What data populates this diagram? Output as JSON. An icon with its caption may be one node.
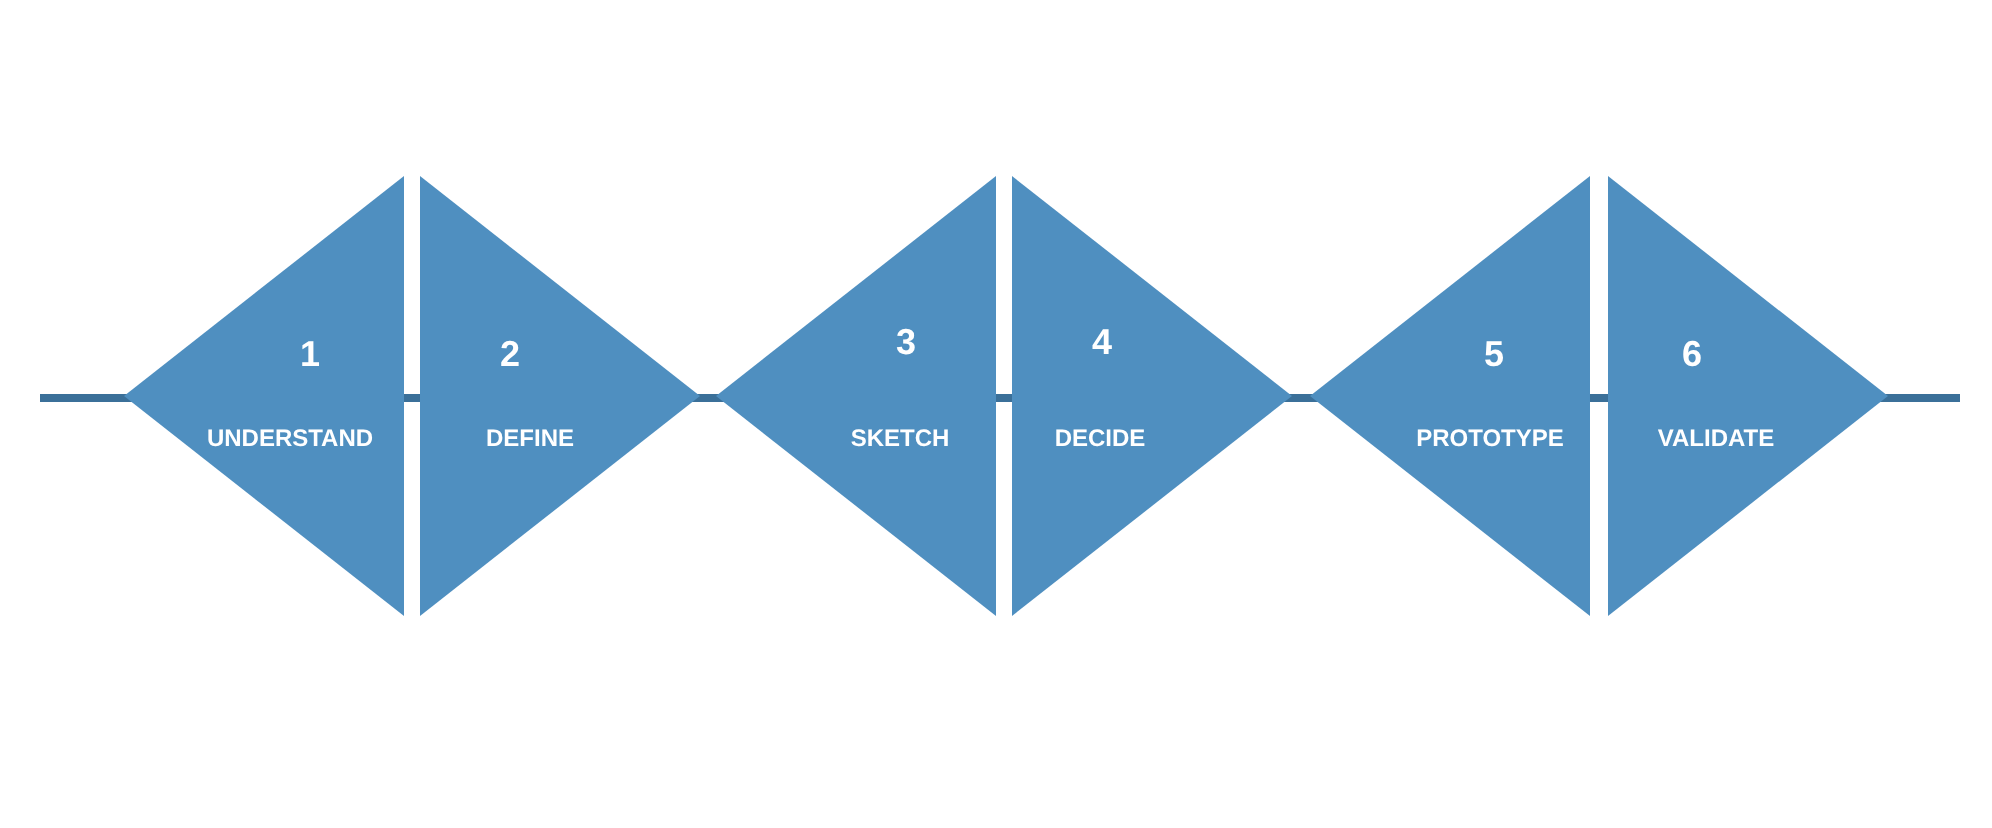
{
  "diagram": {
    "nodes": [
      {
        "text": [
          "1",
          "UNDERSTAND"
        ]
      },
      {
        "text": [
          "2",
          "DEFINE"
        ]
      },
      {
        "text": [
          "3",
          "SKETCH"
        ]
      },
      {
        "text": [
          "4",
          "DECIDE"
        ]
      },
      {
        "text": [
          "5",
          "PROTOTYPE"
        ]
      },
      {
        "text": [
          "6",
          "VALIDATE"
        ]
      }
    ]
  }
}
